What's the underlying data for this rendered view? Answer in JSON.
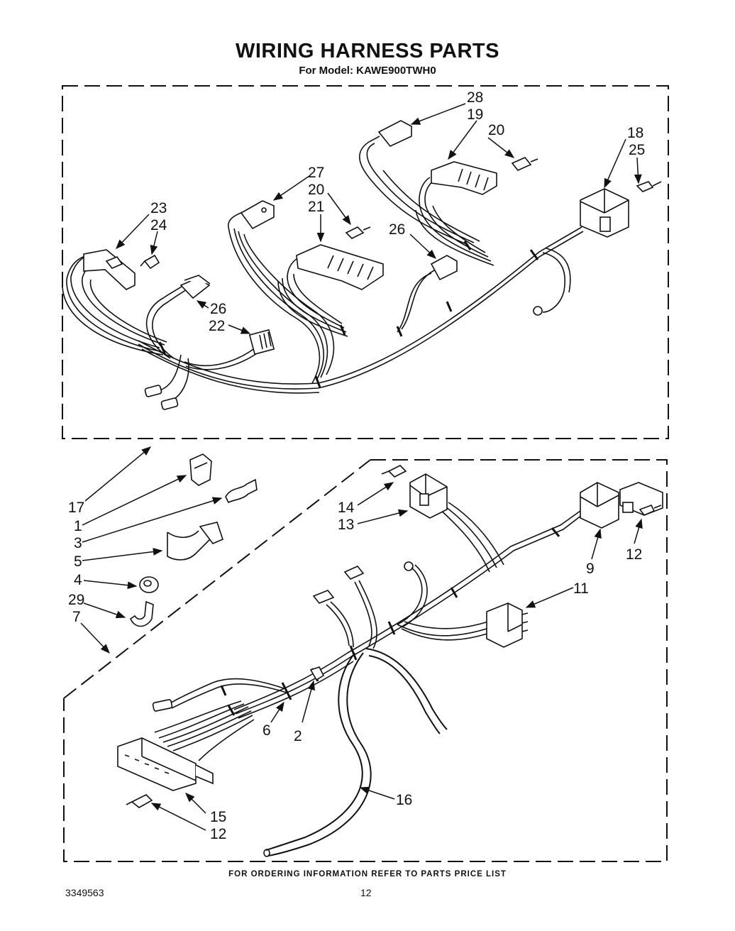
{
  "header": {
    "title": "WIRING HARNESS PARTS",
    "model_line": "For Model: KAWE900TWH0"
  },
  "footer": {
    "ordering_note": "FOR ORDERING INFORMATION REFER TO PARTS PRICE LIST",
    "doc_number": "3349563",
    "page_number": "12"
  },
  "callouts": {
    "c28": "28",
    "c19": "19",
    "c20a": "20",
    "c18": "18",
    "c25": "25",
    "c27": "27",
    "c20b": "20",
    "c21": "21",
    "c26a": "26",
    "c23": "23",
    "c24": "24",
    "c26b": "26",
    "c22": "22",
    "c17": "17",
    "c1": "1",
    "c3": "3",
    "c5": "5",
    "c4": "4",
    "c29": "29",
    "c7": "7",
    "c14": "14",
    "c13": "13",
    "c12a": "12",
    "c9": "9",
    "c11": "11",
    "c6": "6",
    "c2": "2",
    "c16": "16",
    "c15": "15",
    "c12b": "12"
  }
}
